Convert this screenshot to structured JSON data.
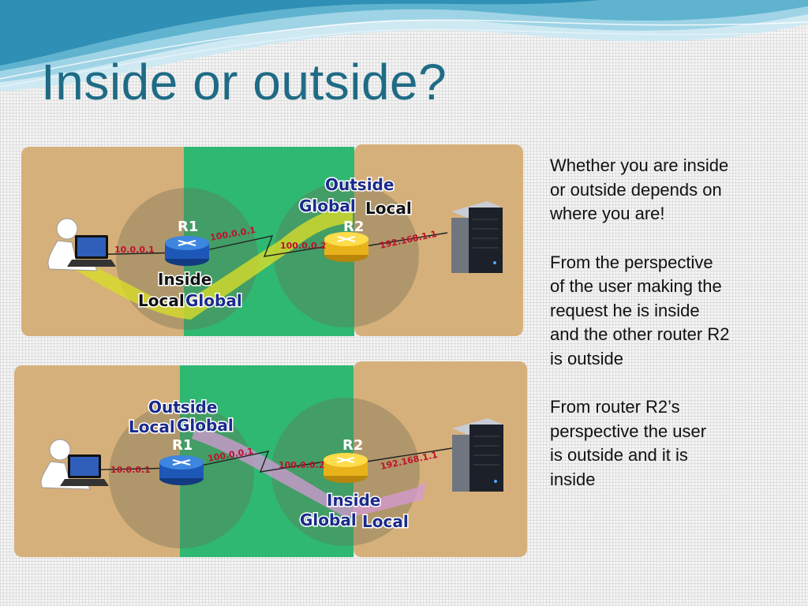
{
  "title": "Inside or outside?",
  "paragraphs": [
    [
      "Whether you are inside",
      "or outside depends on",
      "where you are!"
    ],
    [
      "From the perspective",
      "of the user making the",
      "request he is inside",
      "and the other router R2",
      "is outside"
    ],
    [
      "From router R2’s",
      "perspective the user",
      "is outside and it is",
      "inside"
    ]
  ],
  "diagram_top": {
    "r1_label": "R1",
    "r2_label": "R2",
    "ip_user_r1": "10.0.0.1",
    "ip_r1_wan": "100.0.0.1",
    "ip_r2_wan": "100.0.0.2",
    "ip_r2_server": "192.168.1.1",
    "outside_label": "Outside",
    "global_label": "Global",
    "local_label": "Local",
    "inside_label": "Inside",
    "inside_local_label": "Local",
    "inside_global_label": "Global"
  },
  "diagram_bottom": {
    "r1_label": "R1",
    "r2_label": "R2",
    "ip_user_r1": "10.0.0.1",
    "ip_r1_wan": "100.0.0.1",
    "ip_r2_wan": "100.0.0.2",
    "ip_r2_server": "192.168.1.1",
    "outside_label": "Outside",
    "local_label": "Local",
    "global_label": "Global",
    "inside_label": "Inside",
    "inside_global_label": "Global",
    "inside_local_label": "Local"
  },
  "colors": {
    "title": "#1f6b86",
    "inside_zone": "#d6b07a",
    "outside_zone": "#2fb872",
    "top_arrow": "#d8dc2a",
    "bottom_arrow": "#d69ad6"
  },
  "icons": [
    "wave-decoration",
    "user-laptop-icon",
    "router-icon",
    "server-icon"
  ]
}
